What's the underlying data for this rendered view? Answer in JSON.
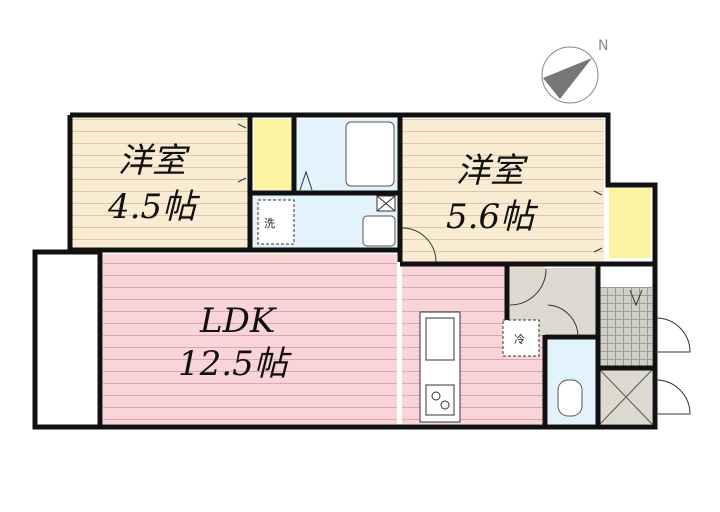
{
  "compass": {
    "north_label": "N",
    "icon": "compass-north-arrow"
  },
  "rooms": {
    "western_room_1": {
      "name": "洋室",
      "size": "4.5帖"
    },
    "western_room_2": {
      "name": "洋室",
      "size": "5.6帖"
    },
    "ldk": {
      "name": "LDK",
      "size": "12.5帖"
    }
  },
  "fixtures": {
    "washer_label": "洗",
    "fridge_label": "冷"
  },
  "colors": {
    "western_room": "#f9ecd3",
    "ldk": "#f9d5d9",
    "closet": "#fbf3a0",
    "wet_area": "#e2f3fb",
    "storage": "#dcdad0",
    "wall": "#111111"
  }
}
